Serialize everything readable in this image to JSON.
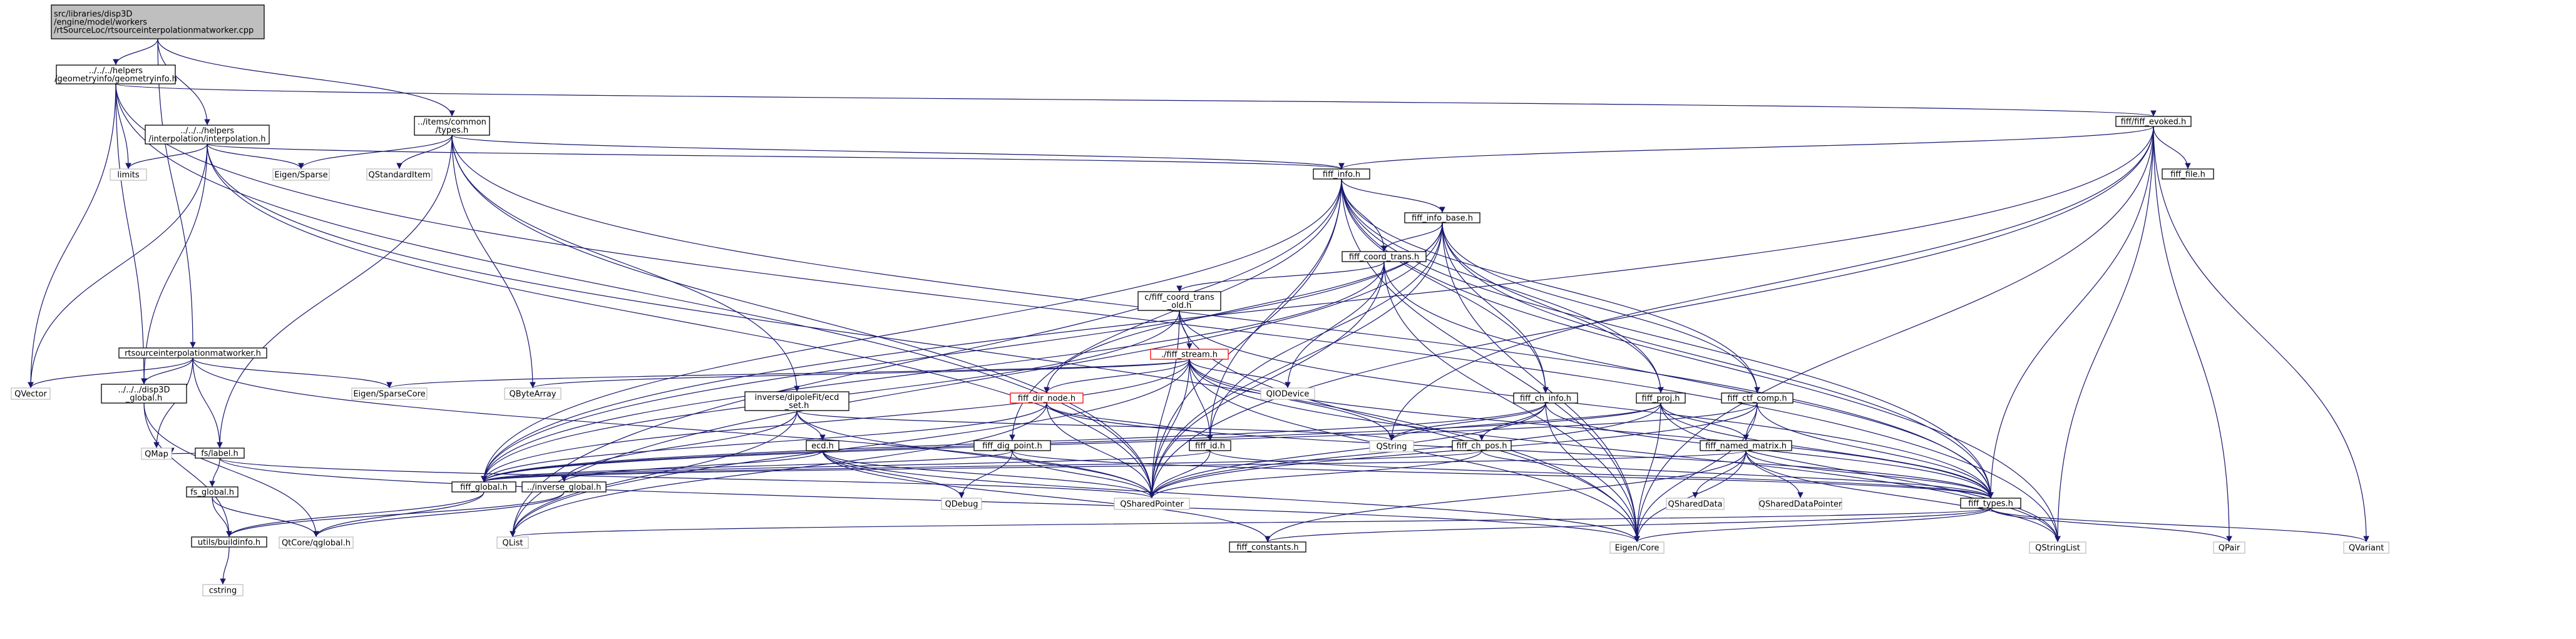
{
  "colors": {
    "edge": "#191970",
    "file_border": "#000000",
    "external_border": "#bfbfbf",
    "external_text": "#404040",
    "root_fill": "#bfbfbf",
    "red_border": "#ff0000",
    "node_fill": "#ffffff"
  },
  "nodes": [
    {
      "id": "root",
      "lines": [
        "src/libraries/disp3D",
        "/engine/model/workers",
        "/rtSourceLoc/rtsourceinterpolationmatworker.cpp"
      ],
      "kind": "root"
    },
    {
      "id": "geometryinfo",
      "lines": [
        "../../../helpers",
        "/geometryinfo/geometryinfo.h"
      ],
      "kind": "file"
    },
    {
      "id": "interpolation",
      "lines": [
        "../../../helpers",
        "/interpolation/interpolation.h"
      ],
      "kind": "file"
    },
    {
      "id": "types",
      "lines": [
        "../items/common",
        "/types.h"
      ],
      "kind": "file"
    },
    {
      "id": "fiff_evoked",
      "lines": [
        "fiff/fiff_evoked.h"
      ],
      "kind": "file"
    },
    {
      "id": "limits",
      "lines": [
        "limits"
      ],
      "kind": "external"
    },
    {
      "id": "eigen_sparse",
      "lines": [
        "Eigen/Sparse"
      ],
      "kind": "external"
    },
    {
      "id": "qstandarditem",
      "lines": [
        "QStandardItem"
      ],
      "kind": "external"
    },
    {
      "id": "fiff_info",
      "lines": [
        "fiff_info.h"
      ],
      "kind": "file"
    },
    {
      "id": "fiff_file",
      "lines": [
        "fiff_file.h"
      ],
      "kind": "file"
    },
    {
      "id": "fiff_info_base",
      "lines": [
        "fiff_info_base.h"
      ],
      "kind": "file"
    },
    {
      "id": "fiff_coord_trans",
      "lines": [
        "fiff_coord_trans.h"
      ],
      "kind": "file"
    },
    {
      "id": "c_fiff_coord_trans_old",
      "lines": [
        "c/fiff_coord_trans",
        "_old.h"
      ],
      "kind": "file"
    },
    {
      "id": "rtworker",
      "lines": [
        "rtsourceinterpolationmatworker.h"
      ],
      "kind": "file"
    },
    {
      "id": "qvector",
      "lines": [
        "QVector"
      ],
      "kind": "external"
    },
    {
      "id": "disp3d_global",
      "lines": [
        "../../../disp3D",
        "_global.h"
      ],
      "kind": "file"
    },
    {
      "id": "qmap",
      "lines": [
        "QMap"
      ],
      "kind": "external"
    },
    {
      "id": "fs_label",
      "lines": [
        "fs/label.h"
      ],
      "kind": "file"
    },
    {
      "id": "eigen_sparsecore",
      "lines": [
        "Eigen/SparseCore"
      ],
      "kind": "external"
    },
    {
      "id": "qbytearray",
      "lines": [
        "QByteArray"
      ],
      "kind": "external"
    },
    {
      "id": "fiff_stream",
      "lines": [
        "./fiff_stream.h"
      ],
      "kind": "red"
    },
    {
      "id": "qiodevice",
      "lines": [
        "QIODevice"
      ],
      "kind": "external"
    },
    {
      "id": "inverse_ecd_set",
      "lines": [
        "inverse/dipoleFit/ecd",
        "_set.h"
      ],
      "kind": "file"
    },
    {
      "id": "fiff_dir_node",
      "lines": [
        "fiff_dir_node.h"
      ],
      "kind": "red"
    },
    {
      "id": "fiff_ch_info",
      "lines": [
        "fiff_ch_info.h"
      ],
      "kind": "file"
    },
    {
      "id": "fiff_proj",
      "lines": [
        "fiff_proj.h"
      ],
      "kind": "file"
    },
    {
      "id": "fiff_ctf_comp",
      "lines": [
        "fiff_ctf_comp.h"
      ],
      "kind": "file"
    },
    {
      "id": "fs_global",
      "lines": [
        "fs_global.h"
      ],
      "kind": "file"
    },
    {
      "id": "ecd",
      "lines": [
        "ecd.h"
      ],
      "kind": "file"
    },
    {
      "id": "fiff_dig_point",
      "lines": [
        "fiff_dig_point.h"
      ],
      "kind": "file"
    },
    {
      "id": "fiff_id",
      "lines": [
        "fiff_id.h"
      ],
      "kind": "file"
    },
    {
      "id": "qstring",
      "lines": [
        "QString"
      ],
      "kind": "external"
    },
    {
      "id": "fiff_ch_pos",
      "lines": [
        "fiff_ch_pos.h"
      ],
      "kind": "file"
    },
    {
      "id": "fiff_named_matrix",
      "lines": [
        "fiff_named_matrix.h"
      ],
      "kind": "file"
    },
    {
      "id": "fiff_global",
      "lines": [
        "fiff_global.h"
      ],
      "kind": "file"
    },
    {
      "id": "inverse_global",
      "lines": [
        "../inverse_global.h"
      ],
      "kind": "file"
    },
    {
      "id": "qdebug",
      "lines": [
        "QDebug"
      ],
      "kind": "external"
    },
    {
      "id": "qshareddata",
      "lines": [
        "QSharedData"
      ],
      "kind": "external"
    },
    {
      "id": "qshareddatapointer",
      "lines": [
        "QSharedDataPointer"
      ],
      "kind": "external"
    },
    {
      "id": "fiff_types",
      "lines": [
        "fiff_types.h"
      ],
      "kind": "file"
    },
    {
      "id": "qsharedpointer",
      "lines": [
        "QSharedPointer"
      ],
      "kind": "external"
    },
    {
      "id": "utils_buildinfo",
      "lines": [
        "utils/buildinfo.h"
      ],
      "kind": "file"
    },
    {
      "id": "qtcore_qglobal",
      "lines": [
        "QtCore/qglobal.h"
      ],
      "kind": "external"
    },
    {
      "id": "qlist",
      "lines": [
        "QList"
      ],
      "kind": "external"
    },
    {
      "id": "fiff_constants",
      "lines": [
        "fiff_constants.h"
      ],
      "kind": "file"
    },
    {
      "id": "eigen_core",
      "lines": [
        "Eigen/Core"
      ],
      "kind": "external"
    },
    {
      "id": "qstringlist",
      "lines": [
        "QStringList"
      ],
      "kind": "external"
    },
    {
      "id": "qpair",
      "lines": [
        "QPair"
      ],
      "kind": "external"
    },
    {
      "id": "qvariant",
      "lines": [
        "QVariant"
      ],
      "kind": "external"
    },
    {
      "id": "cstring",
      "lines": [
        "cstring"
      ],
      "kind": "external"
    }
  ],
  "edges": [
    [
      "root",
      "geometryinfo"
    ],
    [
      "root",
      "interpolation"
    ],
    [
      "root",
      "types"
    ],
    [
      "root",
      "rtworker"
    ],
    [
      "geometryinfo",
      "fiff_evoked"
    ],
    [
      "geometryinfo",
      "limits"
    ],
    [
      "geometryinfo",
      "qvector"
    ],
    [
      "geometryinfo",
      "disp3d_global"
    ],
    [
      "geometryinfo",
      "qsharedpointer"
    ],
    [
      "geometryinfo",
      "qstringlist"
    ],
    [
      "interpolation",
      "limits"
    ],
    [
      "interpolation",
      "eigen_sparse"
    ],
    [
      "interpolation",
      "fiff_info"
    ],
    [
      "interpolation",
      "qvector"
    ],
    [
      "interpolation",
      "disp3d_global"
    ],
    [
      "interpolation",
      "qsharedpointer"
    ],
    [
      "interpolation",
      "eigen_core"
    ],
    [
      "types",
      "eigen_sparse"
    ],
    [
      "types",
      "qstandarditem"
    ],
    [
      "types",
      "fiff_info"
    ],
    [
      "types",
      "fiff_types"
    ],
    [
      "types",
      "fs_label"
    ],
    [
      "types",
      "inverse_ecd_set"
    ],
    [
      "types",
      "qbytearray"
    ],
    [
      "types",
      "qsharedpointer"
    ],
    [
      "fiff_evoked",
      "fiff_info"
    ],
    [
      "fiff_evoked",
      "fiff_file"
    ],
    [
      "fiff_evoked",
      "fiff_types"
    ],
    [
      "fiff_evoked",
      "qstring"
    ],
    [
      "fiff_evoked",
      "qsharedpointer"
    ],
    [
      "fiff_evoked",
      "eigen_core"
    ],
    [
      "fiff_evoked",
      "qstringlist"
    ],
    [
      "fiff_evoked",
      "qpair"
    ],
    [
      "fiff_evoked",
      "qvariant"
    ],
    [
      "fiff_evoked",
      "fiff_global"
    ],
    [
      "fiff_info",
      "fiff_info_base"
    ],
    [
      "fiff_info",
      "fiff_coord_trans"
    ],
    [
      "fiff_info",
      "fiff_ch_info"
    ],
    [
      "fiff_info",
      "fiff_dig_point"
    ],
    [
      "fiff_info",
      "fiff_proj"
    ],
    [
      "fiff_info",
      "fiff_ctf_comp"
    ],
    [
      "fiff_info",
      "fiff_id"
    ],
    [
      "fiff_info",
      "fiff_types"
    ],
    [
      "fiff_info",
      "qsharedpointer"
    ],
    [
      "fiff_info",
      "qlist"
    ],
    [
      "fiff_info",
      "qstringlist"
    ],
    [
      "fiff_info",
      "eigen_core"
    ],
    [
      "fiff_info",
      "fiff_global"
    ],
    [
      "fiff_info_base",
      "fiff_coord_trans"
    ],
    [
      "fiff_info_base",
      "fiff_ch_info"
    ],
    [
      "fiff_info_base",
      "fiff_id"
    ],
    [
      "fiff_info_base",
      "fiff_proj"
    ],
    [
      "fiff_info_base",
      "fiff_ctf_comp"
    ],
    [
      "fiff_info_base",
      "fiff_types"
    ],
    [
      "fiff_info_base",
      "fiff_dir_node"
    ],
    [
      "fiff_info_base",
      "qsharedpointer"
    ],
    [
      "fiff_info_base",
      "eigen_core"
    ],
    [
      "fiff_info_base",
      "fiff_global"
    ],
    [
      "fiff_info_base",
      "qlist"
    ],
    [
      "fiff_coord_trans",
      "c_fiff_coord_trans_old"
    ],
    [
      "fiff_coord_trans",
      "qiodevice"
    ],
    [
      "fiff_coord_trans",
      "qsharedpointer"
    ],
    [
      "fiff_coord_trans",
      "fiff_types"
    ],
    [
      "fiff_coord_trans",
      "eigen_core"
    ],
    [
      "fiff_coord_trans",
      "fiff_global"
    ],
    [
      "c_fiff_coord_trans_old",
      "fiff_stream"
    ],
    [
      "c_fiff_coord_trans_old",
      "fiff_types"
    ],
    [
      "c_fiff_coord_trans_old",
      "qsharedpointer"
    ],
    [
      "c_fiff_coord_trans_old",
      "eigen_core"
    ],
    [
      "c_fiff_coord_trans_old",
      "fiff_global"
    ],
    [
      "rtworker",
      "qvector"
    ],
    [
      "rtworker",
      "disp3d_global"
    ],
    [
      "rtworker",
      "qmap"
    ],
    [
      "rtworker",
      "fs_label"
    ],
    [
      "rtworker",
      "eigen_sparsecore"
    ],
    [
      "rtworker",
      "qsharedpointer"
    ],
    [
      "disp3d_global",
      "utils_buildinfo"
    ],
    [
      "disp3d_global",
      "qtcore_qglobal"
    ],
    [
      "fs_label",
      "qmap"
    ],
    [
      "fs_label",
      "fs_global"
    ],
    [
      "fs_label",
      "eigen_core"
    ],
    [
      "fs_label",
      "qsharedpointer"
    ],
    [
      "fs_global",
      "utils_buildinfo"
    ],
    [
      "fs_global",
      "qtcore_qglobal"
    ],
    [
      "fiff_stream",
      "fiff_dir_node"
    ],
    [
      "fiff_stream",
      "fiff_id"
    ],
    [
      "fiff_stream",
      "fiff_types"
    ],
    [
      "fiff_stream",
      "eigen_sparsecore"
    ],
    [
      "fiff_stream",
      "qbytearray"
    ],
    [
      "fiff_stream",
      "qiodevice"
    ],
    [
      "fiff_stream",
      "qstring"
    ],
    [
      "fiff_stream",
      "qlist"
    ],
    [
      "fiff_stream",
      "qsharedpointer"
    ],
    [
      "fiff_stream",
      "qstringlist"
    ],
    [
      "fiff_stream",
      "eigen_core"
    ],
    [
      "fiff_stream",
      "fiff_global"
    ],
    [
      "fiff_dir_node",
      "fiff_id"
    ],
    [
      "fiff_dir_node",
      "fiff_types"
    ],
    [
      "fiff_dir_node",
      "qsharedpointer"
    ],
    [
      "fiff_dir_node",
      "qlist"
    ],
    [
      "fiff_dir_node",
      "fiff_global"
    ],
    [
      "inverse_ecd_set",
      "ecd"
    ],
    [
      "inverse_ecd_set",
      "inverse_global"
    ],
    [
      "inverse_ecd_set",
      "qsharedpointer"
    ],
    [
      "inverse_ecd_set",
      "qstring"
    ],
    [
      "inverse_ecd_set",
      "qlist"
    ],
    [
      "ecd",
      "inverse_global"
    ],
    [
      "ecd",
      "qsharedpointer"
    ],
    [
      "ecd",
      "qdebug"
    ],
    [
      "ecd",
      "eigen_core"
    ],
    [
      "ecd",
      "fiff_constants"
    ],
    [
      "fiff_ch_info",
      "fiff_ch_pos"
    ],
    [
      "fiff_ch_info",
      "fiff_types"
    ],
    [
      "fiff_ch_info",
      "qsharedpointer"
    ],
    [
      "fiff_ch_info",
      "qstring"
    ],
    [
      "fiff_ch_info",
      "eigen_core"
    ],
    [
      "fiff_ch_info",
      "fiff_global"
    ],
    [
      "fiff_proj",
      "fiff_named_matrix"
    ],
    [
      "fiff_proj",
      "fiff_types"
    ],
    [
      "fiff_proj",
      "qsharedpointer"
    ],
    [
      "fiff_proj",
      "qstring"
    ],
    [
      "fiff_proj",
      "eigen_core"
    ],
    [
      "fiff_proj",
      "qstringlist"
    ],
    [
      "fiff_proj",
      "fiff_global"
    ],
    [
      "fiff_ctf_comp",
      "fiff_named_matrix"
    ],
    [
      "fiff_ctf_comp",
      "fiff_types"
    ],
    [
      "fiff_ctf_comp",
      "qsharedpointer"
    ],
    [
      "fiff_ctf_comp",
      "eigen_core"
    ],
    [
      "fiff_ctf_comp",
      "fiff_global"
    ],
    [
      "fiff_dig_point",
      "fiff_types"
    ],
    [
      "fiff_dig_point",
      "qsharedpointer"
    ],
    [
      "fiff_dig_point",
      "qdebug"
    ],
    [
      "fiff_dig_point",
      "fiff_global"
    ],
    [
      "fiff_id",
      "fiff_types"
    ],
    [
      "fiff_id",
      "qsharedpointer"
    ],
    [
      "fiff_id",
      "fiff_global"
    ],
    [
      "fiff_ch_pos",
      "fiff_types"
    ],
    [
      "fiff_ch_pos",
      "qsharedpointer"
    ],
    [
      "fiff_ch_pos",
      "fiff_global"
    ],
    [
      "fiff_named_matrix",
      "fiff_types"
    ],
    [
      "fiff_named_matrix",
      "qshareddata"
    ],
    [
      "fiff_named_matrix",
      "qshareddatapointer"
    ],
    [
      "fiff_named_matrix",
      "qstringlist"
    ],
    [
      "fiff_named_matrix",
      "eigen_core"
    ],
    [
      "fiff_named_matrix",
      "fiff_constants"
    ],
    [
      "fiff_named_matrix",
      "fiff_global"
    ],
    [
      "fiff_global",
      "utils_buildinfo"
    ],
    [
      "fiff_global",
      "qtcore_qglobal"
    ],
    [
      "inverse_global",
      "utils_buildinfo"
    ],
    [
      "inverse_global",
      "qtcore_qglobal"
    ],
    [
      "fiff_types",
      "qlist"
    ],
    [
      "fiff_types",
      "eigen_core"
    ],
    [
      "fiff_types",
      "fiff_constants"
    ],
    [
      "fiff_types",
      "qpair"
    ],
    [
      "fiff_types",
      "qvariant"
    ],
    [
      "utils_buildinfo",
      "cstring"
    ]
  ]
}
